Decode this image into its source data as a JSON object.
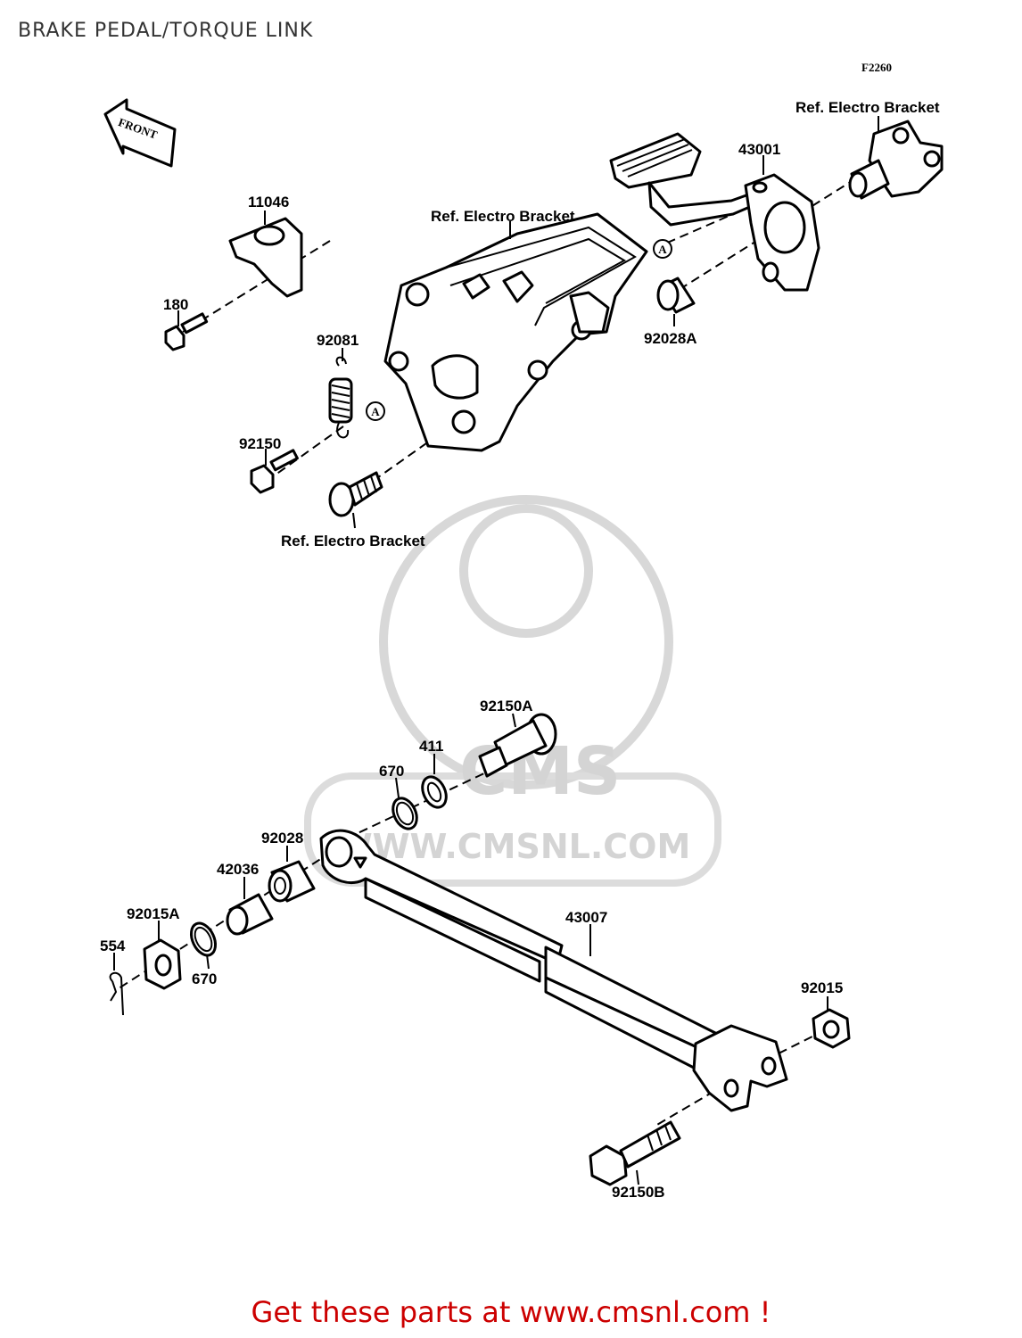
{
  "page": {
    "title": "BRAKE PEDAL/TORQUE LINK",
    "figure_code": "F2260",
    "footer_text": "Get these parts at www.cmsnl.com !"
  },
  "direction_marker": "FRONT",
  "watermark": {
    "brand": "CMS",
    "url": "WWW.CMSNL.COM"
  },
  "callouts": {
    "p11046": "11046",
    "p180": "180",
    "p92081": "92081",
    "p92150": "92150",
    "ref_bracket_top": "Ref. Electro Bracket",
    "ref_bracket_right": "Ref. Electro Bracket",
    "ref_bracket_bottom": "Ref. Electro Bracket",
    "p43001": "43001",
    "p92028A": "92028A",
    "marker_a": "A",
    "p92150A": "92150A",
    "p411": "411",
    "p670_top": "670",
    "p92028": "92028",
    "p42036": "42036",
    "p92015A": "92015A",
    "p554": "554",
    "p670_bottom": "670",
    "p43007": "43007",
    "p92015": "92015",
    "p92150B": "92150B"
  },
  "colors": {
    "footer": "#cc0000",
    "title": "#333333",
    "watermark": "#d4d4d4"
  }
}
